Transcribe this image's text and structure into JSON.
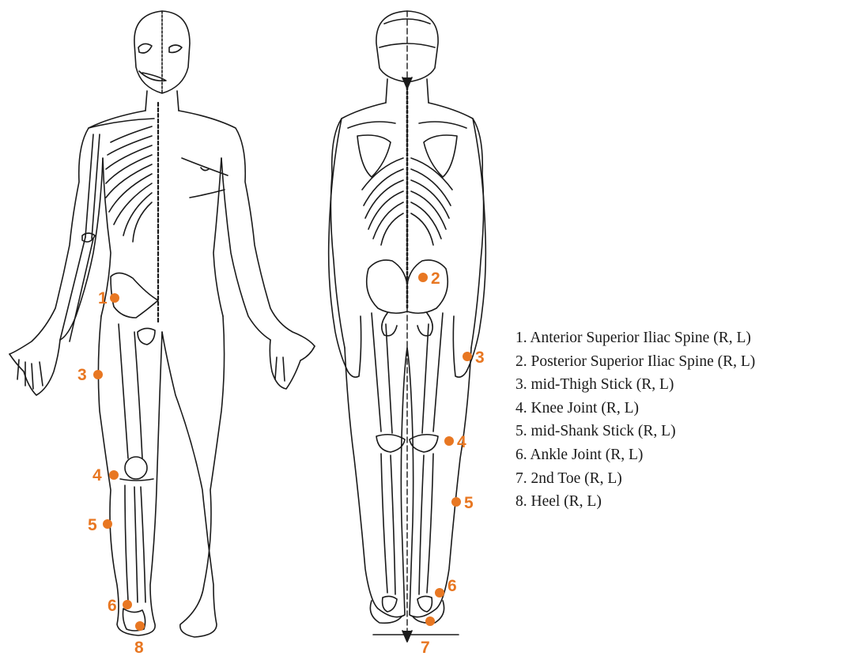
{
  "colors": {
    "marker": "#e87722",
    "line_art": "#1a1a1a",
    "background": "#ffffff"
  },
  "markers": {
    "front": [
      {
        "num": "1",
        "label": "1"
      },
      {
        "num": "3",
        "label": "3"
      },
      {
        "num": "4",
        "label": "4"
      },
      {
        "num": "5",
        "label": "5"
      },
      {
        "num": "6",
        "label": "6"
      },
      {
        "num": "8",
        "label": "8"
      }
    ],
    "back": [
      {
        "num": "2",
        "label": "2"
      },
      {
        "num": "3",
        "label": "3"
      },
      {
        "num": "4",
        "label": "4"
      },
      {
        "num": "5",
        "label": "5"
      },
      {
        "num": "6",
        "label": "6"
      },
      {
        "num": "7",
        "label": "7"
      }
    ]
  },
  "legend": [
    "1. Anterior Superior Iliac Spine (R, L)",
    "2. Posterior Superior Iliac Spine (R, L)",
    "3. mid-Thigh Stick (R, L)",
    "4. Knee Joint (R, L)",
    "5. mid-Shank Stick (R, L)",
    "6. Ankle Joint (R, L)",
    "7. 2nd Toe (R, L)",
    "8. Heel (R, L)"
  ]
}
